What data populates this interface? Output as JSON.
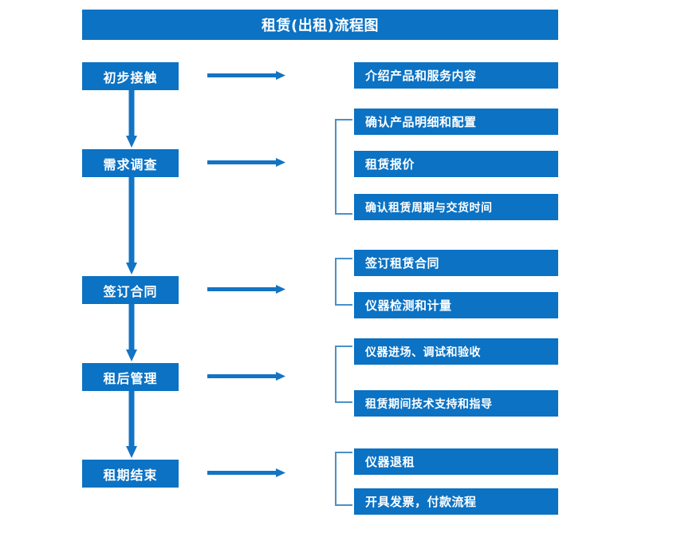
{
  "title": "租赁(出租)流程图",
  "theme": {
    "accent": "#0B72C4",
    "arrow": "#1374C4",
    "bracket": "#4A90C8",
    "background": "#FFFFFF",
    "text_on_accent": "#FFFFFF"
  },
  "stages": [
    {
      "id": "initial-contact",
      "label": "初步接触"
    },
    {
      "id": "demand-survey",
      "label": "需求调查"
    },
    {
      "id": "sign-contract",
      "label": "签订合同"
    },
    {
      "id": "post-rent-mgmt",
      "label": "租后管理"
    },
    {
      "id": "lease-end",
      "label": "租期结束"
    }
  ],
  "details": [
    {
      "id": "intro-products",
      "label": "介绍产品和服务内容"
    },
    {
      "id": "confirm-spec",
      "label": "确认产品明细和配置"
    },
    {
      "id": "rental-quote",
      "label": "租赁报价"
    },
    {
      "id": "confirm-period",
      "label": "确认租赁周期与交货时间"
    },
    {
      "id": "sign-rental-contract",
      "label": "签订租赁合同"
    },
    {
      "id": "instrument-test",
      "label": "仪器检测和计量"
    },
    {
      "id": "instrument-delivery",
      "label": "仪器进场、调试和验收"
    },
    {
      "id": "tech-support",
      "label": "租赁期间技术支持和指导"
    },
    {
      "id": "instrument-return",
      "label": "仪器退租"
    },
    {
      "id": "invoice-payment",
      "label": "开具发票，付款流程"
    }
  ],
  "connectors": {
    "flow_arrows_down": 4,
    "flow_arrows_right": 5,
    "group_brackets": 4
  },
  "chart_data": {
    "type": "flowchart",
    "title": "租赁(出租)流程图",
    "orientation": "vertical-with-branches",
    "nodes": [
      {
        "stage": "初步接触",
        "branches": [
          "介绍产品和服务内容"
        ]
      },
      {
        "stage": "需求调查",
        "branches": [
          "确认产品明细和配置",
          "租赁报价",
          "确认租赁周期与交货时间"
        ]
      },
      {
        "stage": "签订合同",
        "branches": [
          "签订租赁合同",
          "仪器检测和计量"
        ]
      },
      {
        "stage": "租后管理",
        "branches": [
          "仪器进场、调试和验收",
          "租赁期间技术支持和指导"
        ]
      },
      {
        "stage": "租期结束",
        "branches": [
          "仪器退租",
          "开具发票，付款流程"
        ]
      }
    ]
  }
}
